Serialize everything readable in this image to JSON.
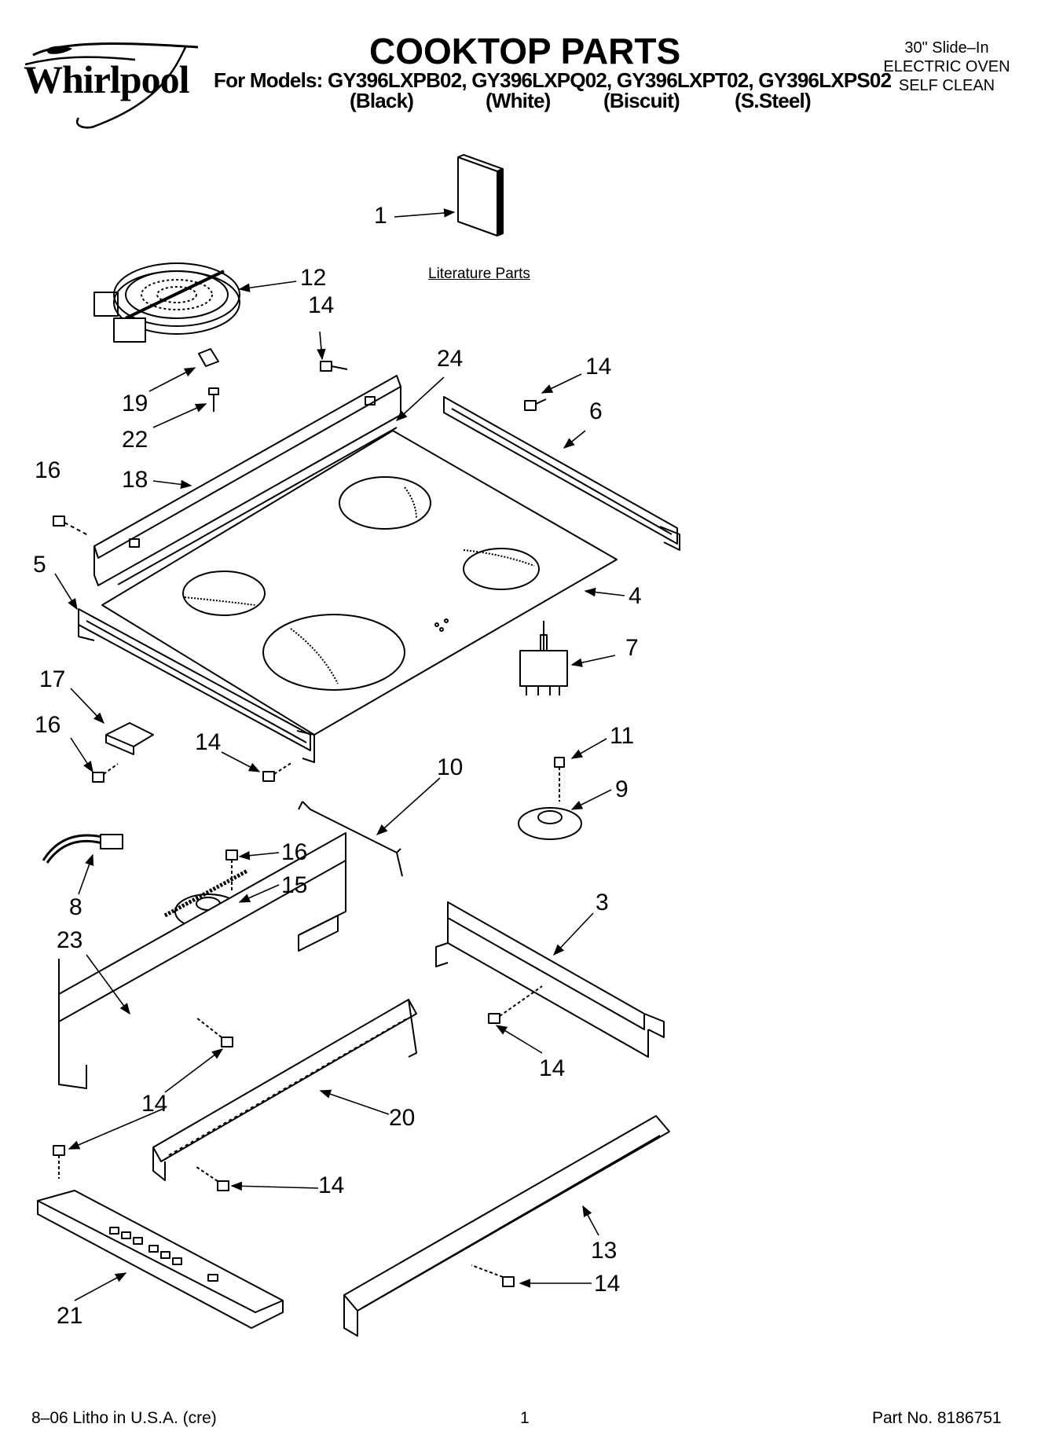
{
  "header": {
    "brand": "Whirlpool",
    "title": "COOKTOP PARTS",
    "models_line": "For Models: GY396LXPB02, GY396LXPQ02, GY396LXPT02, GY396LXPS02",
    "colors": [
      "(Black)",
      "(White)",
      "(Biscuit)",
      "(S.Steel)"
    ],
    "product_note": [
      "30\" Slide–In",
      "ELECTRIC OVEN",
      "SELF CLEAN"
    ]
  },
  "diagram": {
    "literature_label": "Literature Parts",
    "callouts": [
      "1",
      "12",
      "14",
      "24",
      "14",
      "6",
      "19",
      "22",
      "16",
      "18",
      "5",
      "4",
      "7",
      "17",
      "16",
      "14",
      "11",
      "10",
      "9",
      "16",
      "15",
      "8",
      "3",
      "23",
      "14",
      "14",
      "20",
      "14",
      "13",
      "14",
      "21"
    ]
  },
  "footer": {
    "left": "8–06 Litho in U.S.A. (cre)",
    "page": "1",
    "part_no": "Part No. 8186751"
  },
  "icons": {
    "brand_mark": "whirlpool-swirl-icon"
  }
}
